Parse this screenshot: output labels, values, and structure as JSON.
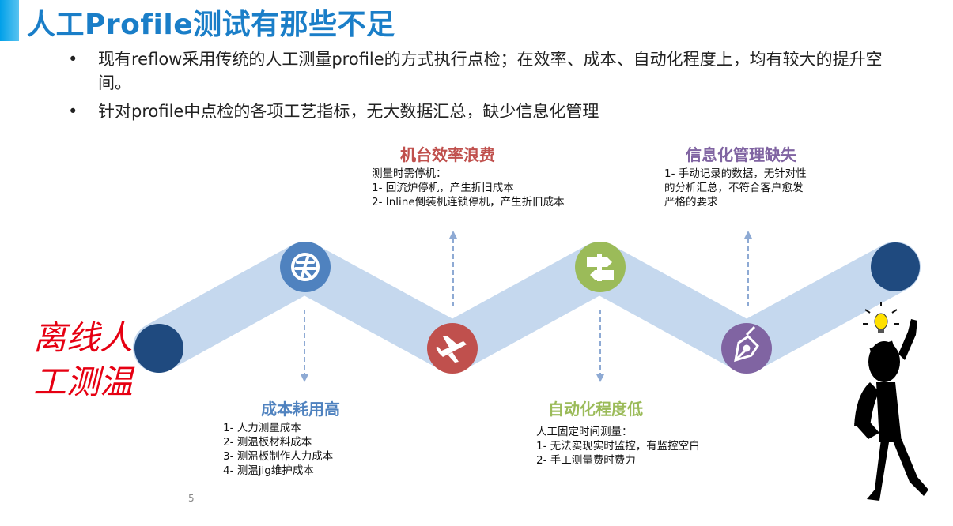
{
  "title": "人工Profile测试有那些不足",
  "bullets": [
    "现有reflow采用传统的人工测量profile的方式执行点检；在效率、成本、自动化程度上，均有较大的提升空间。",
    "针对profile中点检的各项工艺指标，无大数据汇总，缺少信息化管理"
  ],
  "left_label": [
    "离线人",
    "工测温"
  ],
  "sections": {
    "efficiency": {
      "heading": "机台效率浪费",
      "intro": "测量时需停机：",
      "lines": [
        "1- 回流炉停机，产生折旧成本",
        "2- Inline倒装机连锁停机，产生折旧成本"
      ]
    },
    "info": {
      "heading": "信息化管理缺失",
      "lines": [
        "1- 手动记录的数据，无针对性",
        "的分析汇总，不符合客户愈发",
        "严格的要求"
      ]
    },
    "cost": {
      "heading": "成本耗用高",
      "lines": [
        "1- 人力测量成本",
        "2- 测温板材料成本",
        "3- 测温板制作人力成本",
        "4- 测温jig维护成本"
      ]
    },
    "automation": {
      "heading": "自动化程度低",
      "intro": "人工固定时间测量：",
      "lines": [
        "1- 无法实现实时监控，有监控空白",
        "2- 手工测量费时费力"
      ]
    }
  },
  "colors": {
    "title": "#1a7ec8",
    "band": "#c5d8ee",
    "navy": "#1f4a7f",
    "steel_blue": "#4f82bf",
    "red": "#c0504d",
    "green": "#9bbb59",
    "purple": "#8064a2",
    "left_text": "#e60012"
  },
  "icons": [
    "currency-icon",
    "airplane-icon",
    "signpost-icon",
    "pen-nib-icon",
    "lightbulb-icon",
    "thinking-person-icon"
  ],
  "page_number": "5"
}
